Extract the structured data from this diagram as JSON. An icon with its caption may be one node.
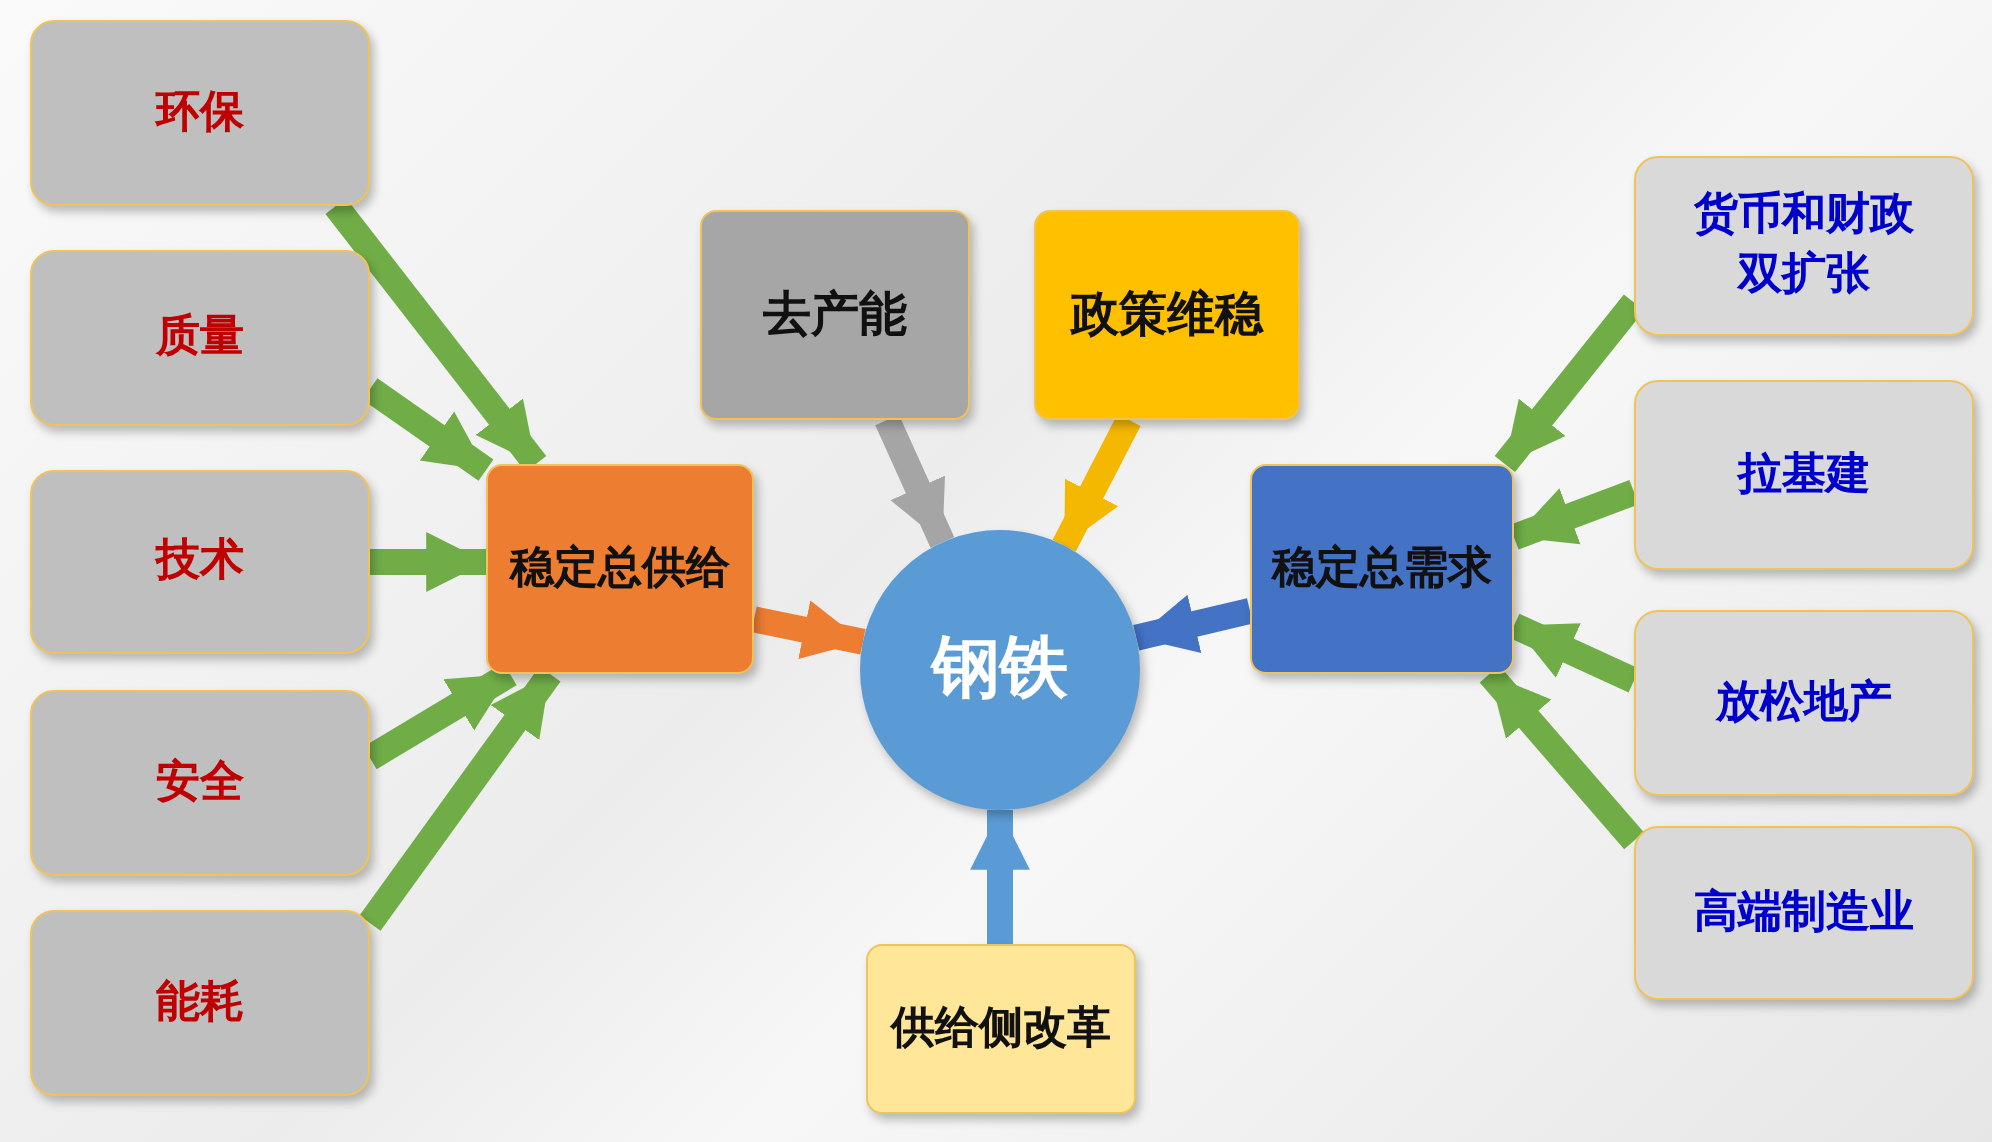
{
  "diagram": {
    "nodes": [
      {
        "text": [
          "环保"
        ]
      },
      {
        "text": [
          "质量"
        ]
      },
      {
        "text": [
          "技术"
        ]
      },
      {
        "text": [
          "安全"
        ]
      },
      {
        "text": [
          "能耗"
        ]
      },
      {
        "text": [
          "稳定总供给"
        ]
      },
      {
        "text": [
          "去产能"
        ]
      },
      {
        "text": [
          "政策维稳"
        ]
      },
      {
        "text": [
          "钢铁"
        ]
      },
      {
        "text": [
          "稳定总需求"
        ]
      },
      {
        "text": [
          "货币和财政双扩张"
        ]
      },
      {
        "text": [
          "拉基建"
        ]
      },
      {
        "text": [
          "放松地产"
        ]
      },
      {
        "text": [
          "高端制造业"
        ]
      },
      {
        "text": [
          "供给侧改革"
        ]
      }
    ],
    "edges": [
      {
        "from": 0,
        "to": 5,
        "arrow": "to"
      },
      {
        "from": 1,
        "to": 5,
        "arrow": "to"
      },
      {
        "from": 2,
        "to": 5,
        "arrow": "to"
      },
      {
        "from": 3,
        "to": 5,
        "arrow": "to"
      },
      {
        "from": 4,
        "to": 5,
        "arrow": "to"
      },
      {
        "from": 5,
        "to": 8,
        "arrow": "to",
        "color": "#ed7d31"
      },
      {
        "from": 6,
        "to": 8,
        "arrow": "to",
        "color": "#a5a5a5"
      },
      {
        "from": 7,
        "to": 8,
        "arrow": "to",
        "color": "#f5b800"
      },
      {
        "from": 9,
        "to": 8,
        "arrow": "to",
        "color": "#4472c4"
      },
      {
        "from": 14,
        "to": 8,
        "arrow": "to",
        "color": "#5b9bd5"
      },
      {
        "from": 10,
        "to": 9,
        "arrow": "to"
      },
      {
        "from": 11,
        "to": 9,
        "arrow": "to"
      },
      {
        "from": 12,
        "to": 9,
        "arrow": "to"
      },
      {
        "from": 13,
        "to": 9,
        "arrow": "to"
      }
    ]
  }
}
